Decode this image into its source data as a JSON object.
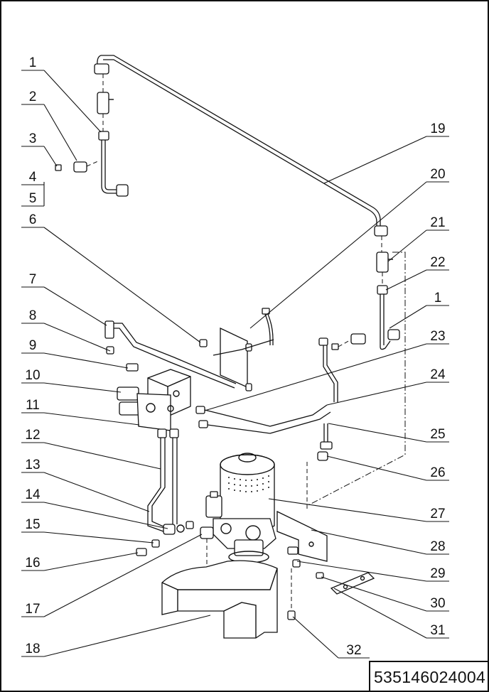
{
  "document_number": "535146024004",
  "callouts_left": [
    "1",
    "2",
    "3",
    "4",
    "5",
    "6",
    "7",
    "8",
    "9",
    "10",
    "11",
    "12",
    "13",
    "14",
    "15",
    "16",
    "17",
    "18"
  ],
  "callouts_right": [
    "19",
    "20",
    "21",
    "22",
    "1",
    "23",
    "24",
    "25",
    "26",
    "27",
    "28",
    "29",
    "30",
    "31",
    "32"
  ],
  "icons": {
    "pump": "hydraulic-pump-motor-icon",
    "tank": "oil-tank-icon",
    "valve": "valve-block-icon"
  }
}
